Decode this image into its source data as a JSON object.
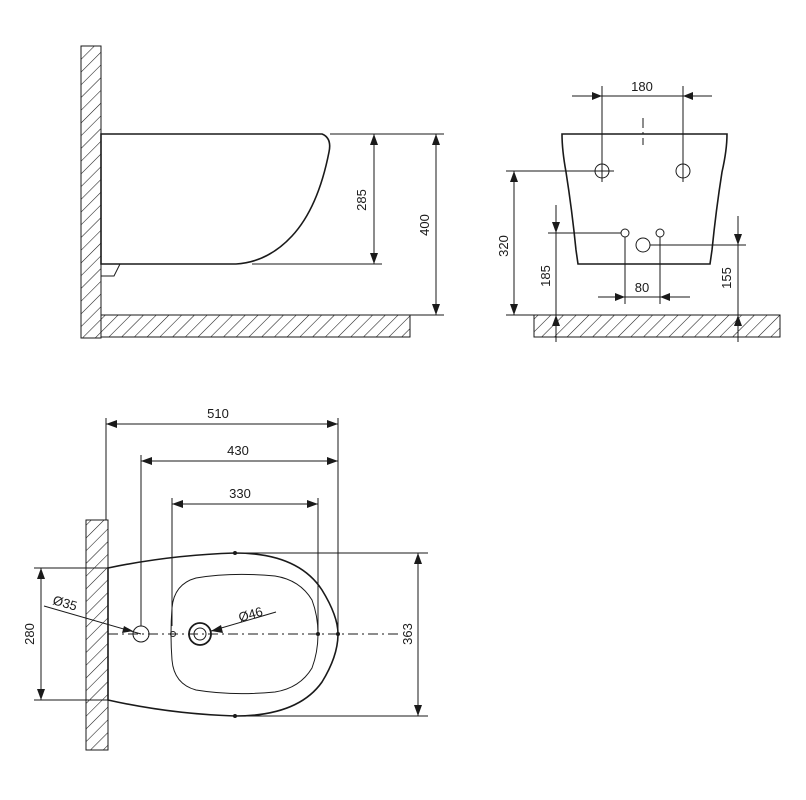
{
  "side_view": {
    "dim_height_bowl": "285",
    "dim_height_total": "400"
  },
  "front_view": {
    "dim_fixing_spacing": "180",
    "dim_fixing_height": "320",
    "dim_supply_height": "185",
    "dim_drain_spacing": "80",
    "dim_drain_height": "155"
  },
  "top_view": {
    "dim_length_total": "510",
    "dim_length_mid": "430",
    "dim_length_inner": "330",
    "dim_width_total": "363",
    "dim_fixing_width": "280",
    "dim_tap_hole": "Ø35",
    "dim_drain_hole": "Ø46"
  }
}
